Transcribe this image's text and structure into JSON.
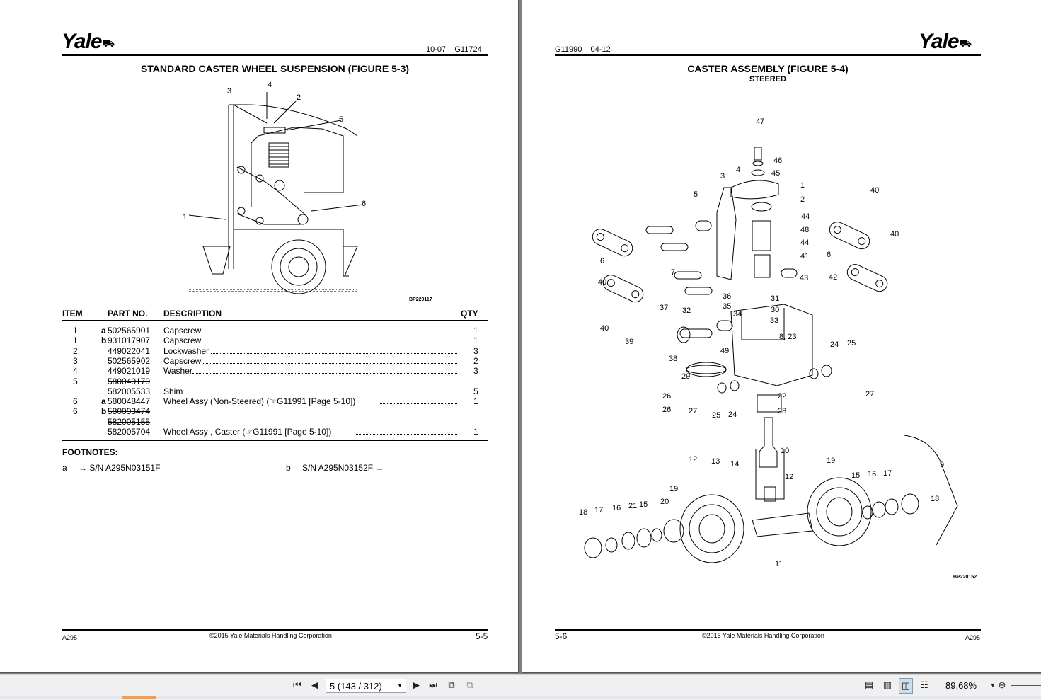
{
  "left_page": {
    "logo": "Yale",
    "header_code": "10-07    G11724",
    "title": "STANDARD CASTER WHEEL SUSPENSION (FIGURE 5-3)",
    "figure_code": "BP220117",
    "figure_callouts": [
      "1",
      "2",
      "3",
      "4",
      "5",
      "6"
    ],
    "table_headers": {
      "item": "ITEM",
      "part": "PART NO.",
      "desc": "DESCRIPTION",
      "qty": "QTY"
    },
    "rows": [
      {
        "item": "1",
        "fn": "a",
        "part": "502565901",
        "desc": "Capscrew",
        "qty": "1",
        "struck": false
      },
      {
        "item": "1",
        "fn": "b",
        "part": "931017907",
        "desc": "Capscrew",
        "qty": "1",
        "struck": false
      },
      {
        "item": "2",
        "fn": "",
        "part": "449022041",
        "desc": "Lockwasher",
        "qty": "3",
        "struck": false
      },
      {
        "item": "3",
        "fn": "",
        "part": "502565902",
        "desc": "Capscrew",
        "qty": "2",
        "struck": false
      },
      {
        "item": "4",
        "fn": "",
        "part": "449021019",
        "desc": "Washer",
        "qty": "3",
        "struck": false
      },
      {
        "item": "5",
        "fn": "",
        "part": "580040179",
        "desc": "",
        "qty": "",
        "struck": true
      },
      {
        "item": "",
        "fn": "",
        "part": "582005533",
        "desc": "Shim",
        "qty": "5",
        "struck": false
      },
      {
        "item": "6",
        "fn": "a",
        "part": "580048447",
        "desc": "Wheel Assy (Non-Steered)  (☞G11991 [Page 5-10])",
        "qty": "1",
        "struck": false
      },
      {
        "item": "6",
        "fn": "b",
        "part": "580093474",
        "desc": "",
        "qty": "",
        "struck": true
      },
      {
        "item": "",
        "fn": "",
        "part": "582005155",
        "desc": "",
        "qty": "",
        "struck": true
      },
      {
        "item": "",
        "fn": "",
        "part": "582005704",
        "desc": "Wheel Assy , Caster  (☞G11991 [Page 5-10])",
        "qty": "1",
        "struck": false
      }
    ],
    "footnotes_title": "FOOTNOTES:",
    "footnote_a": {
      "key": "a",
      "text": "→ S/N A295N03151F"
    },
    "footnote_b": {
      "key": "b",
      "text": "S/N A295N03152F →"
    },
    "footer_left": "A295",
    "footer_center": "©2015 Yale Materials Handling Corporation",
    "footer_right": "5-5"
  },
  "right_page": {
    "logo": "Yale",
    "header_code": "G11990    04-12",
    "title": "CASTER ASSEMBLY (FIGURE 5-4)",
    "subtitle": "STEERED",
    "figure_code": "BP220152",
    "figure_callouts": [
      "47",
      "46",
      "45",
      "1",
      "2",
      "44",
      "48",
      "44",
      "41",
      "43",
      "42",
      "3",
      "4",
      "5",
      "40",
      "40",
      "6",
      "6",
      "7",
      "40",
      "40",
      "36",
      "35",
      "34",
      "31",
      "30",
      "33",
      "37",
      "32",
      "8, 23",
      "39",
      "38",
      "49",
      "24",
      "25",
      "29",
      "26",
      "27",
      "26",
      "27",
      "25",
      "24",
      "22",
      "28",
      "10",
      "9",
      "12",
      "13",
      "14",
      "12",
      "19",
      "19",
      "15",
      "16",
      "17",
      "18",
      "18",
      "17",
      "16",
      "21",
      "15",
      "20",
      "11"
    ],
    "footer_left": "5-6",
    "footer_center": "©2015 Yale Materials Handling Corporation",
    "footer_right": "A295"
  },
  "toolbar": {
    "first_icon": "first-page-icon",
    "prev_icon": "previous-page-icon",
    "page_value": "5 (143 / 312)",
    "next_icon": "next-page-icon",
    "last_icon": "last-page-icon",
    "zoom": "89.68%"
  }
}
